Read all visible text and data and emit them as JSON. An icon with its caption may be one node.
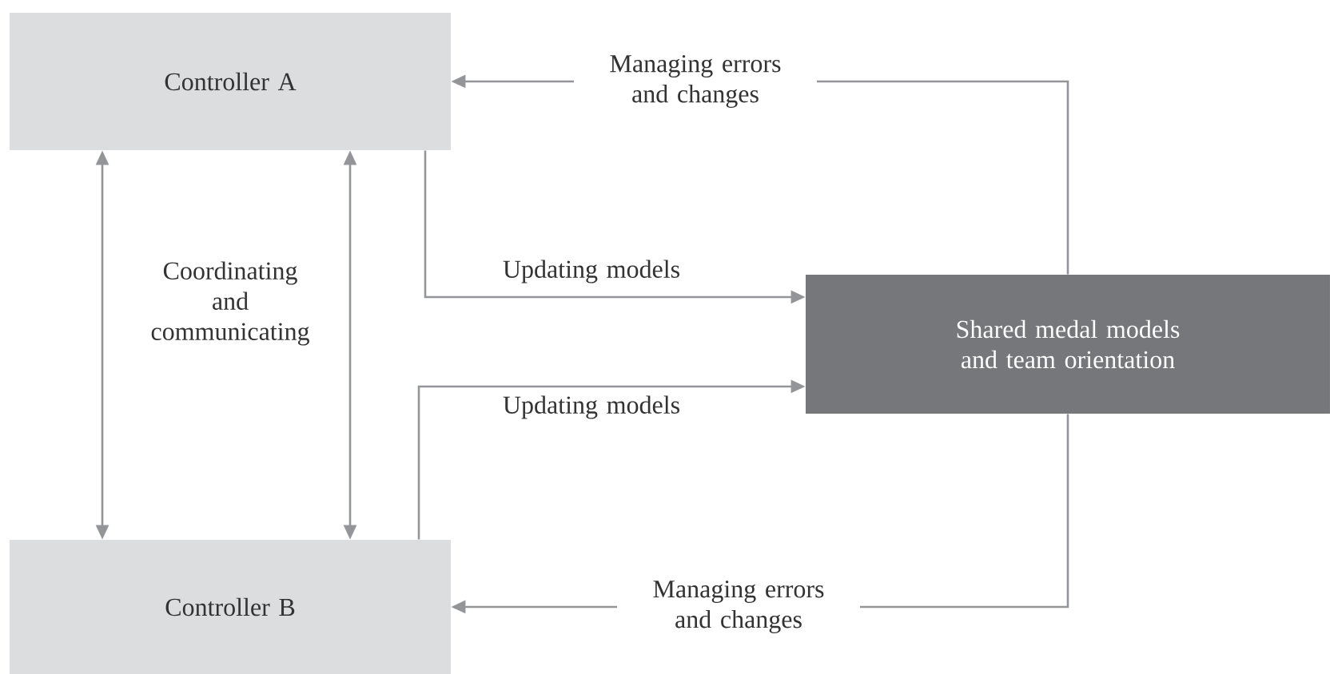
{
  "diagram": {
    "nodes": [
      {
        "text": [
          "Controller A"
        ]
      },
      {
        "text": [
          "Controller B"
        ]
      },
      {
        "text": [
          "Shared medal models and team orientation"
        ]
      }
    ],
    "edges": [
      {
        "from": 0,
        "to": 1,
        "arrow": "both"
      },
      {
        "from": 0,
        "to": 1,
        "arrow": "both"
      },
      {
        "from": 0,
        "to": 2,
        "arrow": "to",
        "label": "Updating models"
      },
      {
        "from": 1,
        "to": 2,
        "arrow": "to",
        "label": "Updating models"
      },
      {
        "from": 2,
        "to": 0,
        "arrow": "to",
        "label": "Managing errors and changes"
      },
      {
        "from": 2,
        "to": 1,
        "arrow": "to",
        "label": "Managing errors and changes"
      }
    ],
    "labels": [
      "Coordinating and communicating"
    ]
  }
}
